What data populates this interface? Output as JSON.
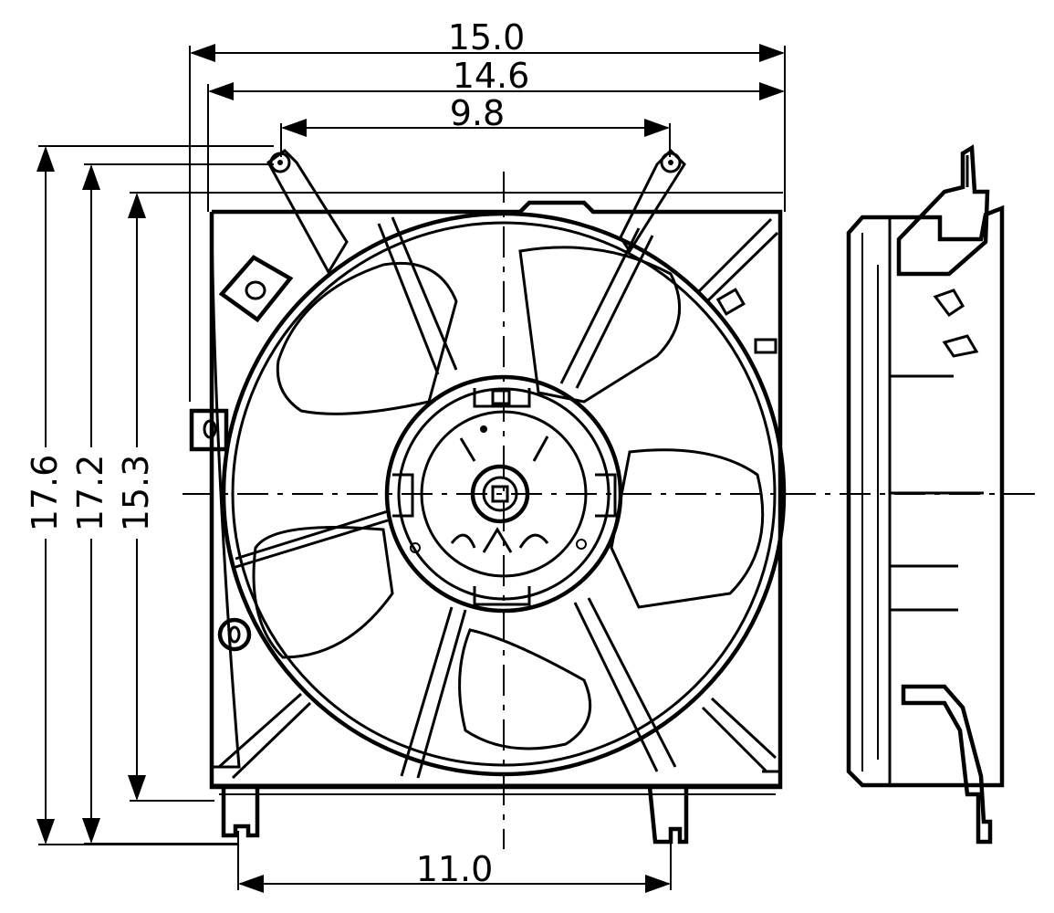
{
  "dimensions": {
    "overall_width": "15.0",
    "shroud_width": "14.6",
    "mount_tab_spacing": "9.8",
    "bottom_tab_spacing": "11.0",
    "overall_height": "17.6",
    "height_to_tab": "17.2",
    "shroud_height": "15.3"
  },
  "colors": {
    "line": "#000000",
    "background": "#ffffff"
  }
}
